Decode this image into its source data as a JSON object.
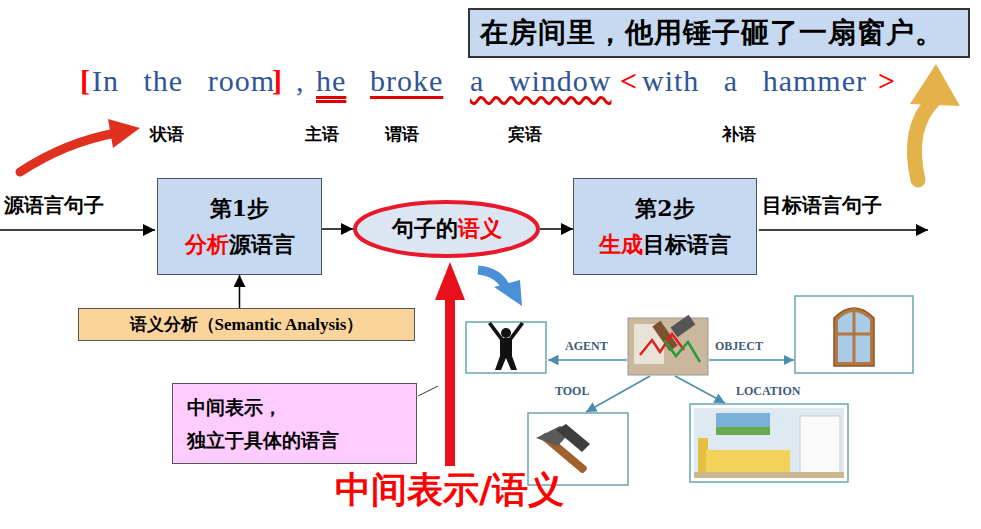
{
  "diagram": {
    "nodes": [
      {
        "text": [
          "在房间里，他用锤子砸了一扇窗户。"
        ]
      },
      {
        "text": [
          "第1步",
          "分析",
          "源语言"
        ]
      },
      {
        "text": [
          "句子的",
          "语义"
        ]
      },
      {
        "text": [
          "第2步",
          "生成",
          "目标语言"
        ]
      },
      {
        "text": [
          "语义分析（Semantic Analysis）"
        ]
      },
      {
        "text": [
          "中间表示， 独立于具体的语言"
        ]
      }
    ],
    "edges": [
      {
        "from": 4,
        "to": 1,
        "arrow": "to"
      },
      {
        "from": 1,
        "to": 2,
        "arrow": "to"
      },
      {
        "from": 2,
        "to": 3,
        "arrow": "to"
      }
    ],
    "labels": [
      "[",
      "In the room",
      "]",
      ",",
      "he",
      "broke",
      "a window",
      "<",
      "with a hammer",
      ">",
      "状语",
      "主语",
      "谓语",
      "宾语",
      "补语",
      "源语言句子",
      "目标语言句子",
      "AGENT",
      "OBJECT",
      "TOOL",
      "LOCATION",
      "中间表示/语义"
    ]
  }
}
